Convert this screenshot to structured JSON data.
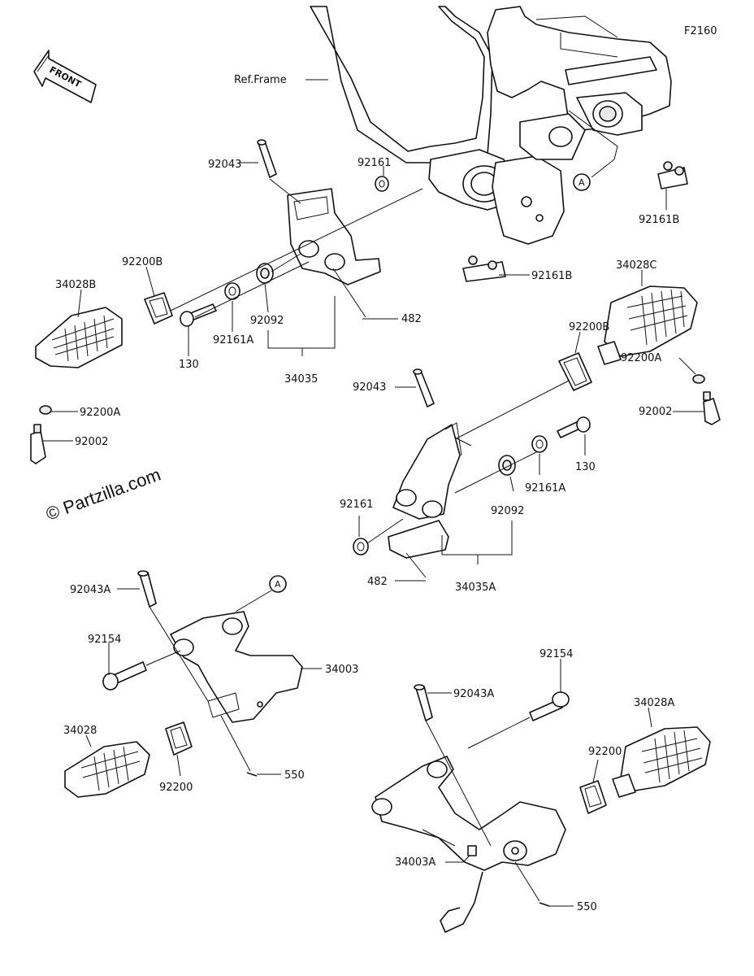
{
  "figure_code": "F2160",
  "front_label": "FRONT",
  "frame_label": "Ref.Frame",
  "watermark": "© Partzilla.com",
  "ref_marker": "A",
  "labels": {
    "l_92043_top": "92043",
    "l_92161_top": "92161",
    "l_92200B_left": "92200B",
    "l_34028B": "34028B",
    "l_130_left": "130",
    "l_92161A_left": "92161A",
    "l_92092_left": "92092",
    "l_482_top": "482",
    "l_34035": "34035",
    "l_92200A_left": "92200A",
    "l_92002_left": "92002",
    "l_92161B_right": "92161B",
    "l_92161B_mid": "92161B",
    "l_34028C": "34028C",
    "l_92200B_right": "92200B",
    "l_92200A_right": "92200A",
    "l_92002_right": "92002",
    "l_92043_mid": "92043",
    "l_130_right": "130",
    "l_92161A_right": "92161A",
    "l_92092_right": "92092",
    "l_92161_mid": "92161",
    "l_482_mid": "482",
    "l_34035A": "34035A",
    "l_92043A_left": "92043A",
    "l_92154_left": "92154",
    "l_34003": "34003",
    "l_34028": "34028",
    "l_92200": "92200",
    "l_550_left": "550",
    "l_92154_right": "92154",
    "l_92043A_right": "92043A",
    "l_34028A": "34028A",
    "l_92200_right": "92200",
    "l_34003A": "34003A",
    "l_550_right": "550"
  }
}
